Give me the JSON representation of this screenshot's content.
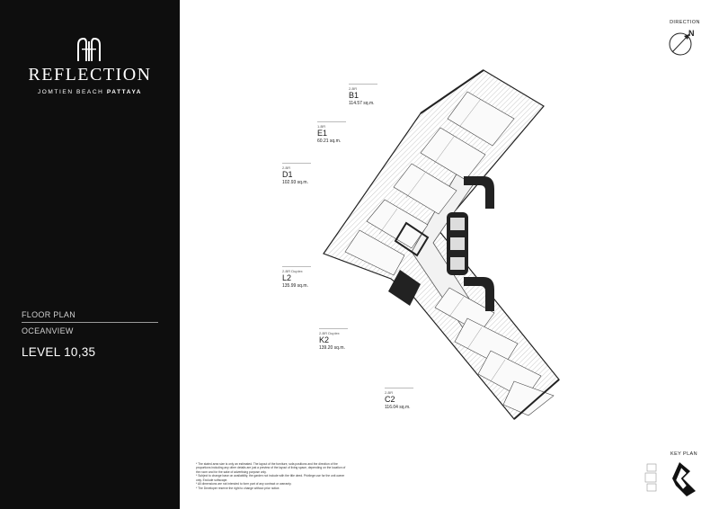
{
  "brand": {
    "name": "REFLECTION",
    "sub_regular": "JOMTIEN BEACH ",
    "sub_bold": "PATTAYA"
  },
  "floorplan": {
    "title": "FLOOR PLAN",
    "view": "OCEANVIEW",
    "level": "LEVEL 10,35"
  },
  "direction": {
    "label": "DIRECTION",
    "north": "N"
  },
  "units": [
    {
      "type": "2-BR",
      "code": "B1",
      "area": "114.57 sq.m."
    },
    {
      "type": "1-BR",
      "code": "E1",
      "area": "60.21 sq.m."
    },
    {
      "type": "2-BR",
      "code": "D1",
      "area": "102.93 sq.m."
    },
    {
      "type": "2-BR Duplex",
      "code": "L2",
      "area": "135.99 sq.m."
    },
    {
      "type": "2-BR Duplex",
      "code": "K2",
      "area": "139.20 sq.m."
    },
    {
      "type": "2-BR",
      "code": "C2",
      "area": "116.04 sq.m."
    }
  ],
  "notes": [
    "* The stated area size is only an estimated. The layout of the furniture, sofa positions and the direction of the proportions including any other details are just a preview of the layout of living space, depending on the location of the room and for the sake of advertising purpose only.",
    "* Subject to change base on availability, the garden not include with the title deed. Privilege use for the unit owner only. Exclude softscape.",
    "* All dimensions are not intended to form part of any contract or warranty.",
    "* The Developer reserve the right to change without prior notice."
  ],
  "keyplan": {
    "label": "KEY PLAN"
  },
  "colors": {
    "sidebar": "#0e0e0e",
    "text_light": "#ffffff"
  }
}
